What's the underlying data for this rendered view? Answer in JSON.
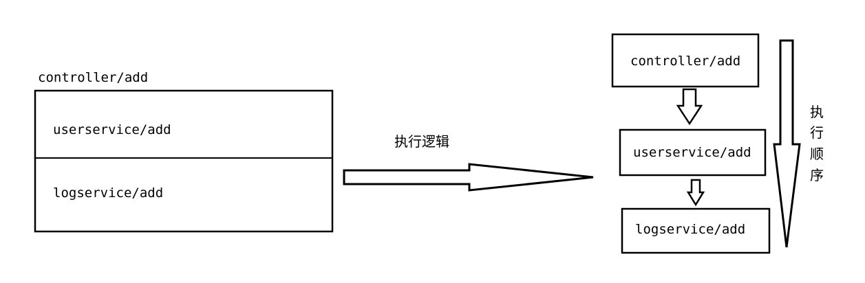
{
  "left": {
    "outer_label": "controller/add",
    "inner_top_label": "userservice/add",
    "inner_bottom_label": "logservice/add"
  },
  "middle": {
    "arrow_label": "执行逻辑"
  },
  "right": {
    "box1_label": "controller/add",
    "box2_label": "userservice/add",
    "box3_label": "logservice/add",
    "order_label": [
      "执",
      "行",
      "顺",
      "序"
    ]
  },
  "colors": {
    "stroke": "#000000",
    "background": "#ffffff"
  }
}
